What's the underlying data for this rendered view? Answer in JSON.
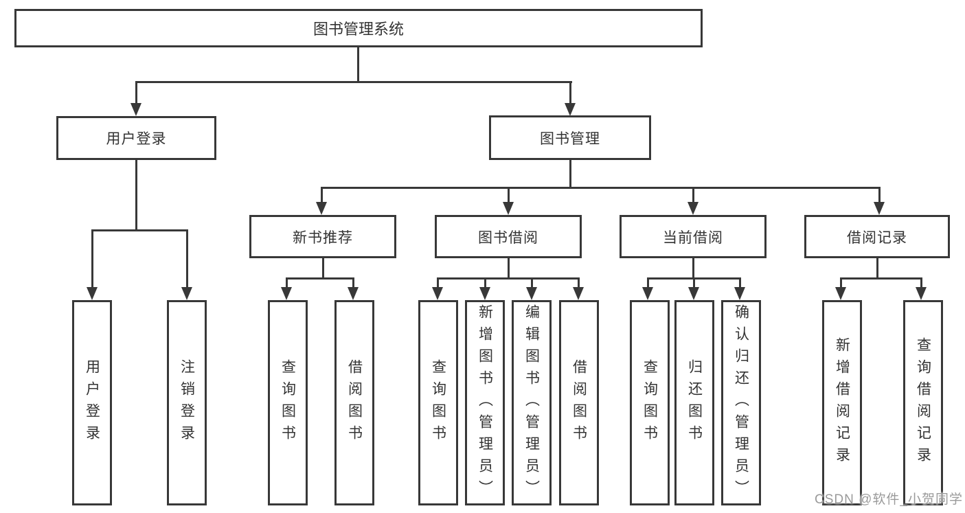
{
  "style": {
    "background": "#ffffff",
    "line_color": "#383838",
    "text_color": "#333333",
    "watermark_color": "#9a9a9a"
  },
  "watermark": {
    "text": "CSDN @软件_小贺同学"
  },
  "tree": {
    "root": {
      "label": "图书管理系统",
      "children": [
        {
          "label": "用户登录",
          "children": [
            {
              "label": "用户登录"
            },
            {
              "label": "注销登录"
            }
          ]
        },
        {
          "label": "图书管理",
          "children": [
            {
              "label": "新书推荐",
              "children": [
                {
                  "label": "查询图书"
                },
                {
                  "label": "借阅图书"
                }
              ]
            },
            {
              "label": "图书借阅",
              "children": [
                {
                  "label": "查询图书"
                },
                {
                  "label": "新增图书（管理员）"
                },
                {
                  "label": "编辑图书（管理员）"
                },
                {
                  "label": "借阅图书"
                }
              ]
            },
            {
              "label": "当前借阅",
              "children": [
                {
                  "label": "查询图书"
                },
                {
                  "label": "归还图书"
                },
                {
                  "label": "确认归还（管理员）"
                }
              ]
            },
            {
              "label": "借阅记录",
              "children": [
                {
                  "label": "新增借阅记录"
                },
                {
                  "label": "查询借阅记录"
                }
              ]
            }
          ]
        }
      ]
    }
  }
}
